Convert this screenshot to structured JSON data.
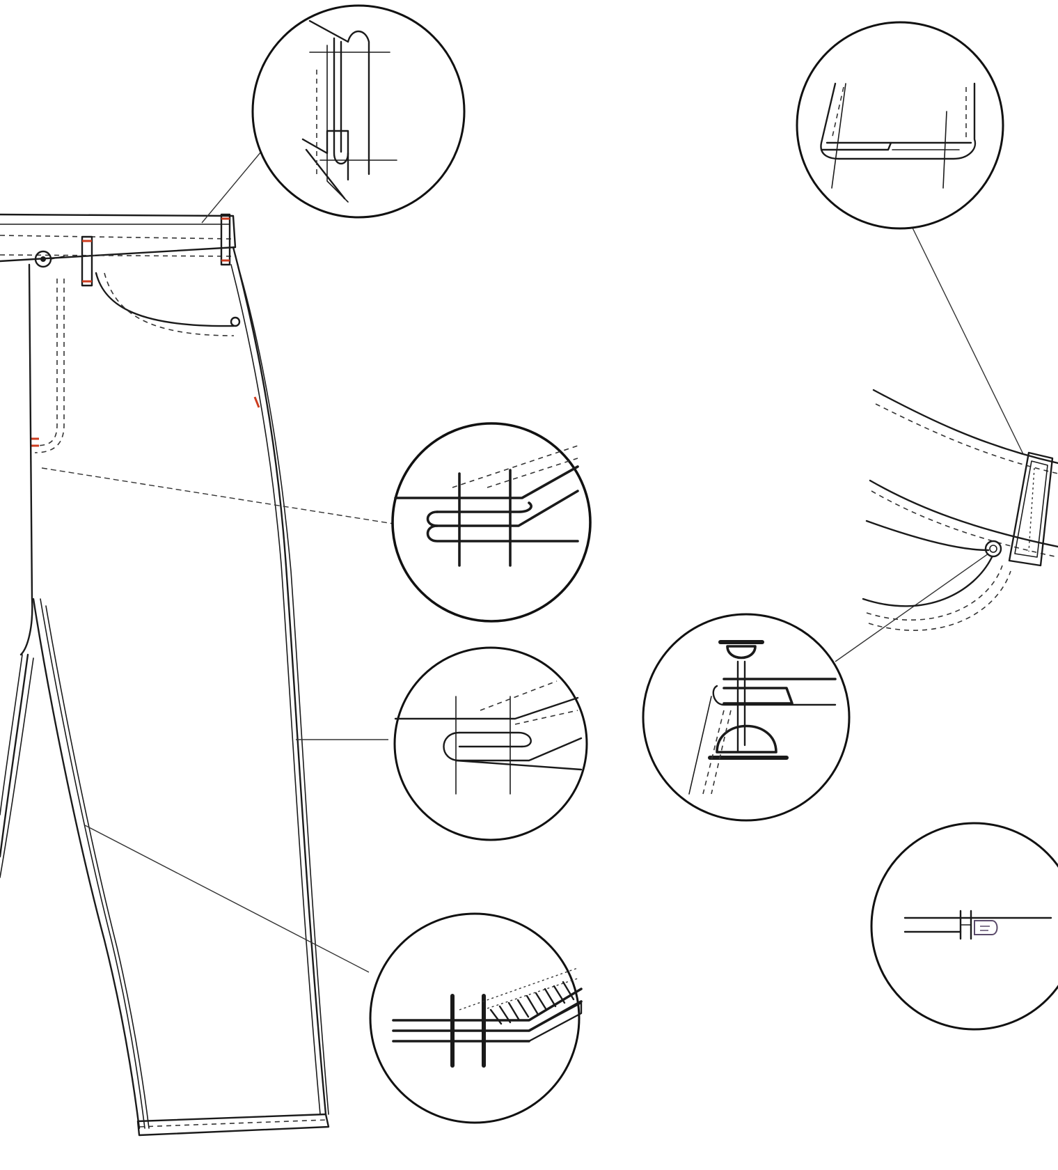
{
  "colors": {
    "ink": "#1a1a1a",
    "bartack_accent": "#cc3b1e",
    "background": "#ffffff"
  },
  "diagram": {
    "subject": "jeans-construction-seam-details",
    "callouts": [
      {
        "id": "waistband-beltloop-seam",
        "icon": "belt-loop-fold-detail"
      },
      {
        "id": "hem-seam",
        "icon": "hem-fold-detail"
      },
      {
        "id": "side-seam-felled",
        "icon": "double-needle-felled-seam-detail"
      },
      {
        "id": "outseam-flat-felled",
        "icon": "single-fold-felled-seam-detail"
      },
      {
        "id": "inseam-overlock",
        "icon": "overlock-serged-seam-detail"
      },
      {
        "id": "rivet-attachment",
        "icon": "rivet-cross-section-detail"
      },
      {
        "id": "bartack-stitch",
        "icon": "bartack-stitch-detail"
      }
    ]
  }
}
